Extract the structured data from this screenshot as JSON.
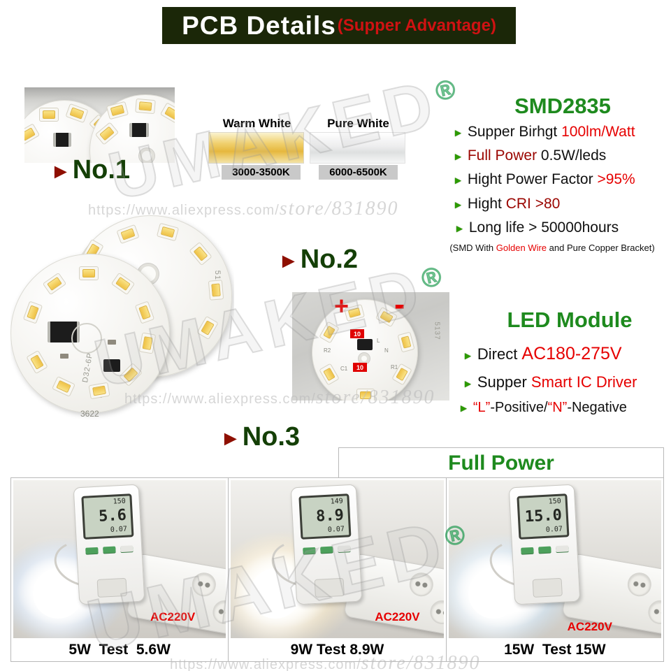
{
  "banner": {
    "title": "PCB Details",
    "subtitle": "(Supper Advantage)"
  },
  "icons": {
    "red_arrow": "►",
    "green_arrow": "►",
    "reg_mark": "®",
    "plus_mark": "+",
    "minus_mark": "-"
  },
  "watermarks": {
    "brand": "UMAKED",
    "url_prefix": "https://www.aliexpress.com/",
    "url_suffix": "store/831890"
  },
  "sections": {
    "no1": "No.1",
    "no2": "No.2",
    "no3": "No.3"
  },
  "swatches": {
    "warm_label": "Warm White",
    "warm_kelvin": "3000-3500K",
    "pure_label": "Pure White",
    "pure_kelvin": "6000-6500K"
  },
  "smd": {
    "title": "SMD2835",
    "b1_black": "Supper Birhgt ",
    "b1_red": "100lm/Watt",
    "b2_maroon": "Full Power",
    "b2_black": " 0.5W/leds",
    "b3_black": "Hight Power Factor ",
    "b3_red": ">95%",
    "b4_black": "Hight ",
    "b4_maroon": "CRI  >80",
    "b5_black": "Long life > 50000hours",
    "note_a": "(SMD With ",
    "note_b": "Golden Wire",
    "note_c": " and Pure Copper Bracket)"
  },
  "led_module": {
    "title": "LED Module",
    "b1_black": "Direct ",
    "b1_red": "AC180-275V",
    "b2_black": "Supper ",
    "b2_red": "Smart IC Driver",
    "b3_red1": "“L”",
    "b3_black1": "-Positive/",
    "b3_red2": "“N”",
    "b3_black2": "-Negative"
  },
  "pcb": {
    "code_front": "D32-6P",
    "code_under": "3622",
    "serial_big": "5137",
    "serial_small": "5137",
    "tag": "10",
    "silk_l": "L",
    "silk_n": "N",
    "silk_r1": "R1",
    "silk_c1": "C1",
    "silk_r2": "R2"
  },
  "full_power": {
    "title": "Full Power",
    "tests": [
      {
        "caption": "5W  Test  5.6W",
        "lcd_top": "150",
        "lcd_main": "5.6",
        "lcd_sub": "0.07",
        "ac": "AC220V"
      },
      {
        "caption": "9W Test 8.9W",
        "lcd_top": "149",
        "lcd_main": "8.9",
        "lcd_sub": "0.07",
        "ac": "AC220V"
      },
      {
        "caption": "15W  Test 15W",
        "lcd_top": "150",
        "lcd_main": "15.0",
        "lcd_sub": "0.07",
        "ac": "AC220V"
      }
    ]
  },
  "colors": {
    "title_green": "#1e8a1e",
    "label_green": "#143f06",
    "red": "#e60000",
    "maroon": "#9a0500",
    "banner_bg": "#1b2708"
  }
}
